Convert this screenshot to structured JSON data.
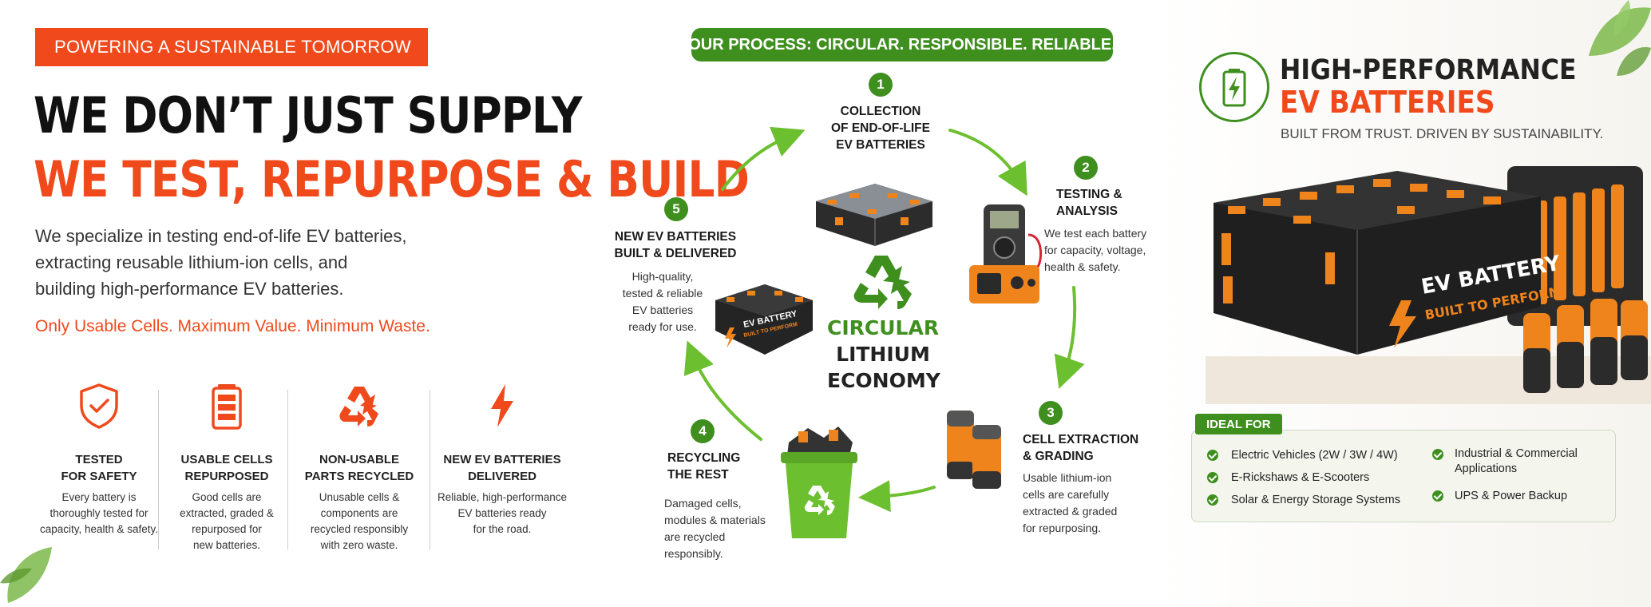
{
  "colors": {
    "accent": "#f04a1c",
    "green": "#3f8f1f",
    "dark": "#111111"
  },
  "left": {
    "tagline": "POWERING A SUSTAINABLE TOMORROW",
    "headline_line1": "WE DON’T JUST SUPPLY",
    "headline_line2": "WE TEST, REPURPOSE & BUILD",
    "intro_lines": [
      "We specialize in testing end-of-life EV batteries,",
      "extracting reusable lithium-ion cells, and",
      "building high-performance EV batteries."
    ],
    "motto": "Only Usable Cells. Maximum Value. Minimum Waste.",
    "features": [
      {
        "icon": "shield-check-icon",
        "title": [
          "TESTED",
          "FOR SAFETY"
        ],
        "desc": [
          "Every battery is",
          "thoroughly tested for",
          "capacity, health & safety."
        ]
      },
      {
        "icon": "battery-icon",
        "title": [
          "USABLE CELLS",
          "REPURPOSED"
        ],
        "desc": [
          "Good cells are",
          "extracted, graded &",
          "repurposed for",
          "new batteries."
        ]
      },
      {
        "icon": "recycle-icon",
        "title": [
          "NON-USABLE",
          "PARTS RECYCLED"
        ],
        "desc": [
          "Unusable cells &",
          "components are",
          "recycled responsibly",
          "with zero waste."
        ]
      },
      {
        "icon": "lightning-icon",
        "title": [
          "NEW EV BATTERIES",
          "DELIVERED"
        ],
        "desc": [
          "Reliable, high-performance",
          "EV batteries ready",
          "for the road."
        ]
      }
    ]
  },
  "process": {
    "heading": "OUR PROCESS: CIRCULAR. RESPONSIBLE. RELIABLE.",
    "center": [
      "CIRCULAR",
      "LITHIUM",
      "ECONOMY"
    ],
    "steps": [
      {
        "num": "1",
        "title": [
          "COLLECTION",
          "OF END-OF-LIFE",
          "EV BATTERIES"
        ],
        "desc": []
      },
      {
        "num": "2",
        "title": [
          "TESTING &",
          "ANALYSIS"
        ],
        "desc": [
          "We test each battery",
          "for capacity, voltage,",
          "health & safety."
        ]
      },
      {
        "num": "3",
        "title": [
          "CELL EXTRACTION",
          "& GRADING"
        ],
        "desc": [
          "Usable lithium-ion",
          "cells are carefully",
          "extracted & graded",
          "for repurposing."
        ]
      },
      {
        "num": "4",
        "title": [
          "RECYCLING",
          "THE REST"
        ],
        "desc": [
          "Damaged cells,",
          "modules & materials",
          "are recycled",
          "responsibly."
        ]
      },
      {
        "num": "5",
        "title": [
          "NEW EV BATTERIES",
          "BUILT & DELIVERED"
        ],
        "desc": [
          "High-quality,",
          "tested & reliable",
          "EV batteries",
          "ready for use."
        ]
      }
    ],
    "small_battery_label": [
      "EV BATTERY",
      "BUILT TO PERFORM"
    ]
  },
  "right": {
    "heading1": "HIGH-PERFORMANCE",
    "heading2": "EV BATTERIES",
    "subheading": "BUILT FROM TRUST. DRIVEN BY SUSTAINABILITY.",
    "battery_label": [
      "EV BATTERY",
      "BUILT TO PERFORM"
    ],
    "ideal_for_label": "IDEAL FOR",
    "ideal_items_left": [
      "Electric Vehicles (2W / 3W / 4W)",
      "E-Rickshaws & E-Scooters",
      "Solar & Energy Storage Systems"
    ],
    "ideal_items_right": [
      [
        "Industrial & Commercial",
        "Applications"
      ],
      [
        "UPS & Power Backup"
      ]
    ]
  }
}
